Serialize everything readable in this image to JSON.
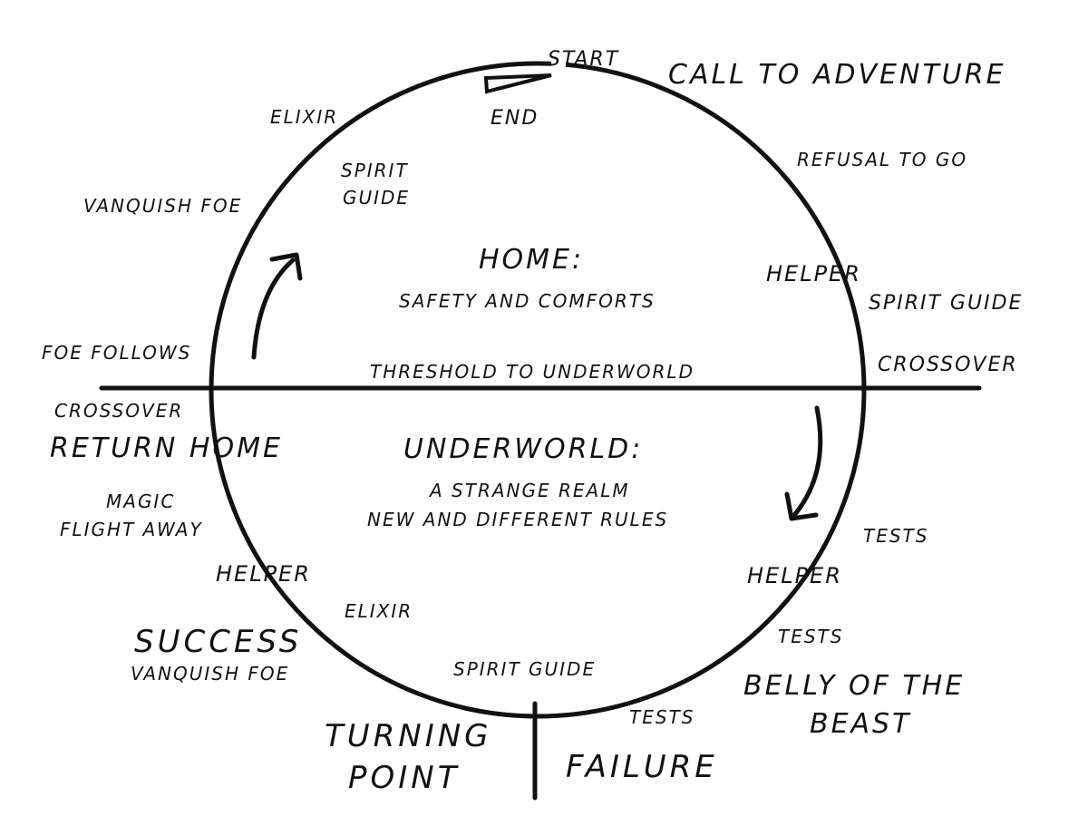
{
  "labels": {
    "start": "START",
    "end": "END",
    "call_to_adventure": "CALL TO ADVENTURE",
    "elixir_top": "ELIXIR",
    "spirit_guide_top_line1": "SPIRIT",
    "spirit_guide_top_line2": "GUIDE",
    "refusal_to_go": "REFUSAL TO GO",
    "vanquish_foe_top": "VANQUISH FOE",
    "home_title": "HOME:",
    "home_subtitle": "SAFETY AND COMFORTS",
    "helper_right_top": "HELPER",
    "spirit_guide_right": "SPIRIT GUIDE",
    "foe_follows": "FOE FOLLOWS",
    "threshold": "THRESHOLD TO UNDERWORLD",
    "crossover_right": "CROSSOVER",
    "crossover_left": "CROSSOVER",
    "return_home": "RETURN HOME",
    "underworld_title": "UNDERWORLD:",
    "underworld_line1": "A STRANGE REALM",
    "underworld_line2": "NEW AND DIFFERENT RULES",
    "magic_line1": "MAGIC",
    "magic_line2": "FLIGHT AWAY",
    "tests_right_upper": "TESTS",
    "helper_left_bottom": "HELPER",
    "helper_right_bottom": "HELPER",
    "elixir_bottom": "ELIXIR",
    "tests_right_lower": "TESTS",
    "success": "SUCCESS",
    "vanquish_foe_bottom": "VANQUISH FOE",
    "spirit_guide_bottom": "SPIRIT GUIDE",
    "belly_line1": "BELLY OF THE",
    "belly_line2": "BEAST",
    "turning_line1": "TURNING",
    "turning_line2": "POINT",
    "tests_bottom": "TESTS",
    "failure": "FAILURE"
  }
}
